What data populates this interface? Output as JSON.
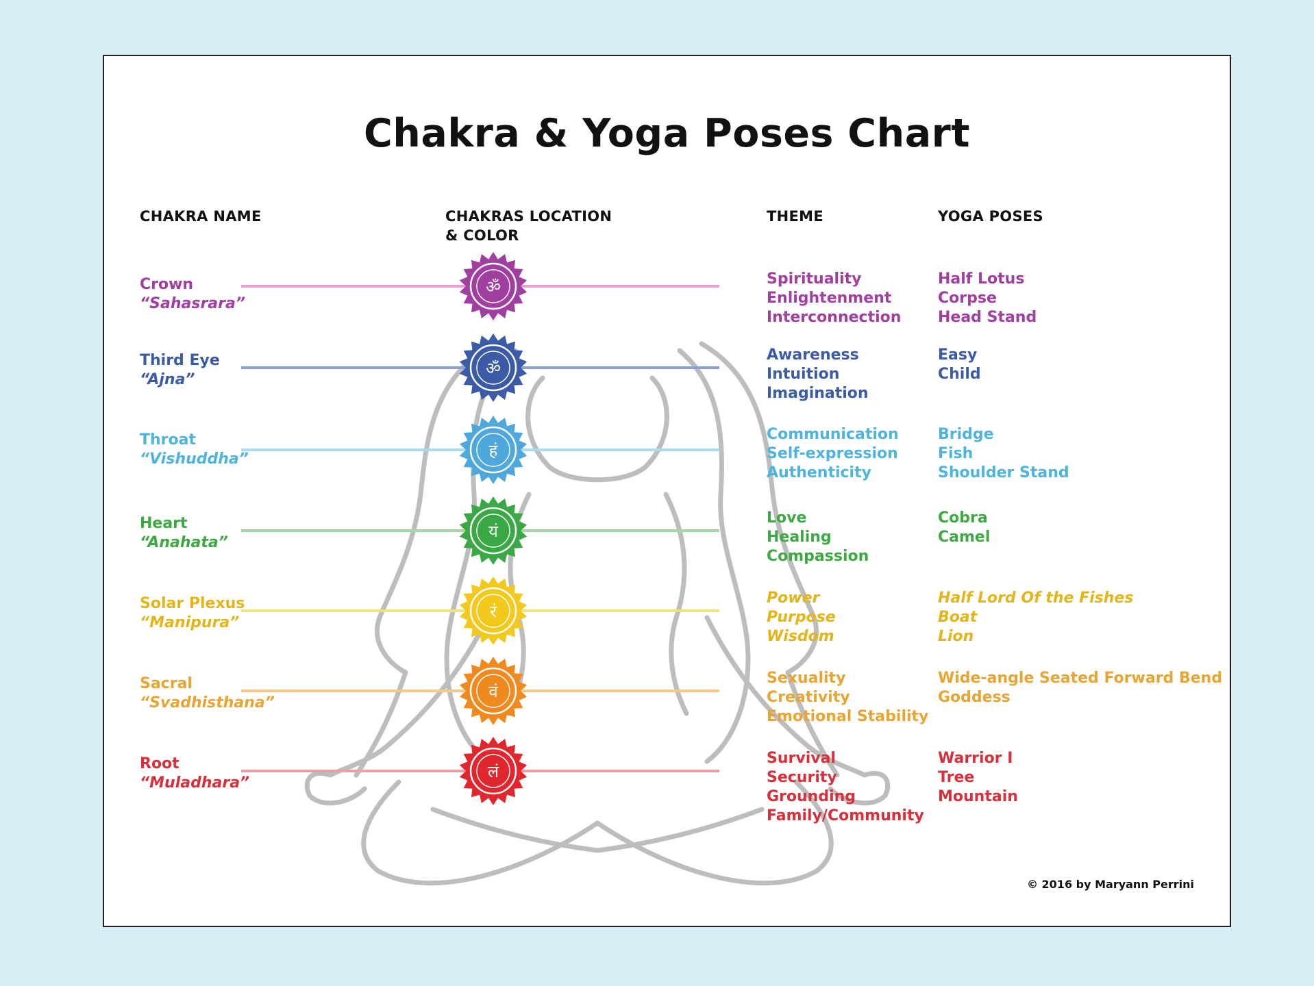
{
  "title": "Chakra & Yoga Poses Chart",
  "headers": {
    "name": "CHAKRA NAME",
    "location_line1": "CHAKRAS LOCATION",
    "location_line2": "& COLOR",
    "theme": "THEME",
    "poses": "YOGA POSES"
  },
  "chakras": [
    {
      "name": "Crown",
      "sanskrit": "“Sahasrara”",
      "color": "#a13fa0",
      "line": "#e5a0cf",
      "symbol": "ॐ",
      "theme": [
        "Spirituality",
        "Enlightenment",
        "Interconnection"
      ],
      "theme_italic": false,
      "poses": [
        "Half Lotus",
        "Corpse",
        "Head Stand"
      ],
      "poses_italic": false
    },
    {
      "name": "Third Eye",
      "sanskrit": "“Ajna”",
      "color": "#3b5ba6",
      "line": "#8f9fd6",
      "symbol": "ॐ",
      "theme": [
        "Awareness",
        "Intuition",
        "Imagination"
      ],
      "theme_italic": false,
      "poses": [
        "Easy",
        "Child"
      ],
      "poses_italic": false
    },
    {
      "name": "Throat",
      "sanskrit": "“Vishuddha”",
      "color": "#4db4dd",
      "line": "#a7dcf0",
      "symbol": "हं",
      "theme": [
        "Communication",
        "Self-expression",
        "Authenticity"
      ],
      "theme_italic": false,
      "poses": [
        "Bridge",
        "Fish",
        "Shoulder Stand"
      ],
      "poses_italic": false
    },
    {
      "name": "Heart",
      "sanskrit": "“Anahata”",
      "color": "#3fa845",
      "line": "#a4d8a3",
      "symbol": "यं",
      "theme": [
        "Love",
        "Healing",
        "Compassion"
      ],
      "theme_italic": false,
      "poses": [
        "Cobra",
        "Camel"
      ],
      "poses_italic": false
    },
    {
      "name": "Solar Plexus",
      "sanskrit": "“Manipura”",
      "color": "#e2b51b",
      "line": "#f2e27e",
      "symbol": "रं",
      "theme": [
        "Power",
        "Purpose",
        "Wisdom"
      ],
      "theme_italic": true,
      "poses": [
        "Half Lord Of the Fishes",
        "Boat",
        "Lion"
      ],
      "poses_italic": true
    },
    {
      "name": "Sacral",
      "sanskrit": "“Svadhisthana”",
      "color": "#e8a531",
      "line": "#f2c98b",
      "symbol": "वं",
      "theme": [
        "Sexuality",
        "Creativity",
        "Emotional Stability"
      ],
      "theme_italic": false,
      "poses": [
        "Wide-angle Seated Forward Bend",
        "Goddess"
      ],
      "poses_italic": false
    },
    {
      "name": "Root",
      "sanskrit": "“Muladhara”",
      "color": "#d8303a",
      "line": "#ee9da2",
      "symbol": "लं",
      "theme": [
        "Survival",
        "Security",
        "Grounding",
        "Family/Community"
      ],
      "theme_italic": false,
      "poses": [
        "Warrior I",
        "Tree",
        "Mountain"
      ],
      "poses_italic": false
    }
  ],
  "wheel_colors": [
    "#a13fa0",
    "#3b5ba6",
    "#4ea8dc",
    "#3aa844",
    "#f2c91c",
    "#f08a1e",
    "#e1262d"
  ],
  "copyright": "© 2016 by Maryann Perrini"
}
